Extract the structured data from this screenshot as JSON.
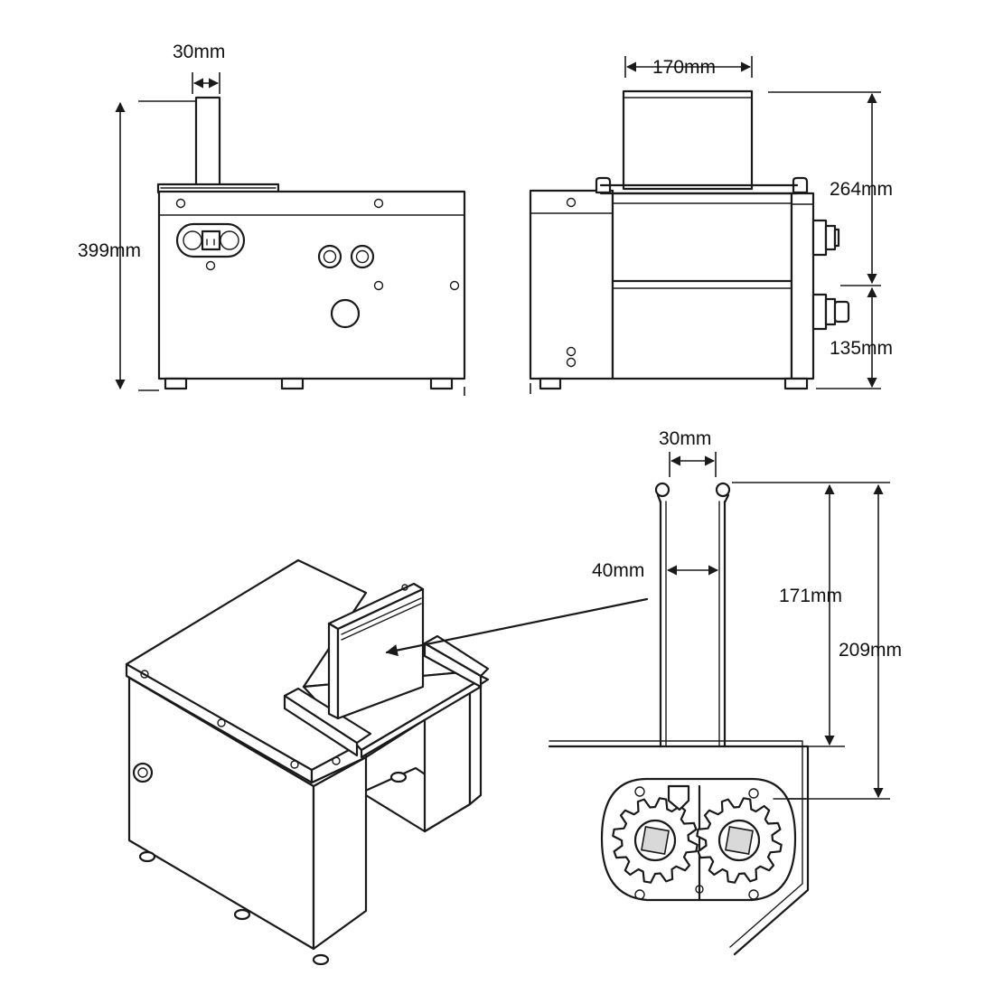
{
  "dimensions": {
    "front_chimney_width": "30mm",
    "front_total_height": "399mm",
    "side_chimney_width": "170mm",
    "side_upper_height": "264mm",
    "side_lower_height": "135mm",
    "detail_inner_width": "30mm",
    "detail_outer_width": "40mm",
    "detail_chute_height": "171mm",
    "detail_total_height": "209mm"
  },
  "colors": {
    "line": "#1a1a1a",
    "background": "#ffffff",
    "shade": "#d9d9d9"
  }
}
